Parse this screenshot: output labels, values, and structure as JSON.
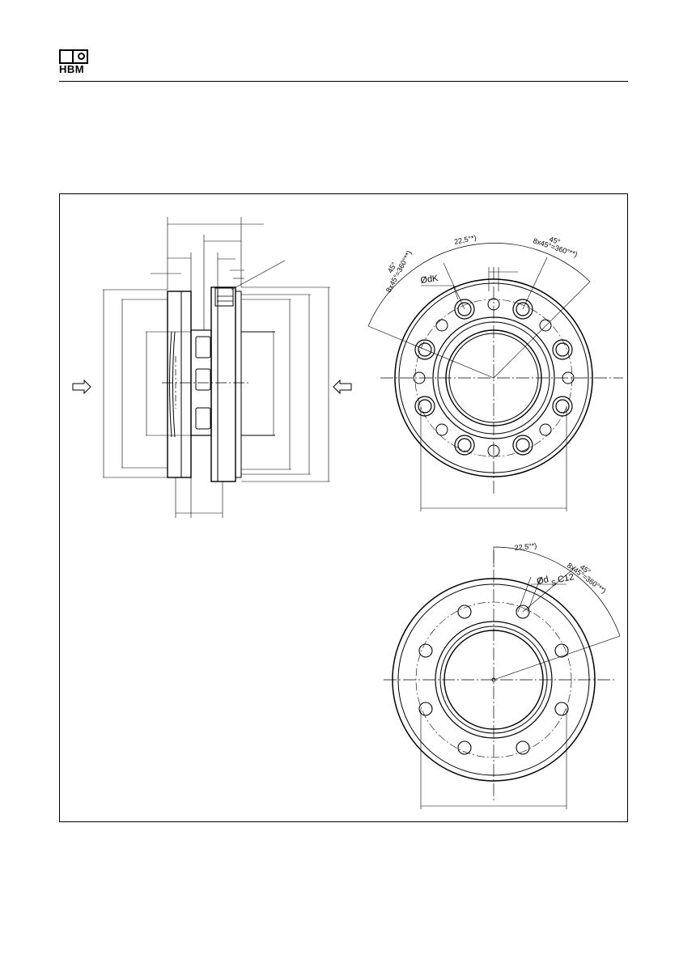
{
  "header": {
    "logo_text": "HBM"
  },
  "top_view": {
    "angle_center": "22,5°*)",
    "angle_left_top": "45°",
    "angle_left_bottom": "8x45°=360°**)",
    "angle_right_top": "45°",
    "angle_right_bottom": "8x45°=360°**)",
    "hole_label": "ØdK"
  },
  "bottom_view": {
    "angle_center": "22,5°*)",
    "angle_right_top": "45°",
    "angle_right_bottom": "8x45°=360°**)",
    "hole_label": "Ød",
    "hole_sub": "S",
    "hole_tol": "C12"
  },
  "colors": {
    "line": "#000000",
    "background": "#ffffff"
  },
  "icons": [
    "hbm-logo-icon",
    "arrow-right-icon",
    "arrow-left-icon"
  ]
}
